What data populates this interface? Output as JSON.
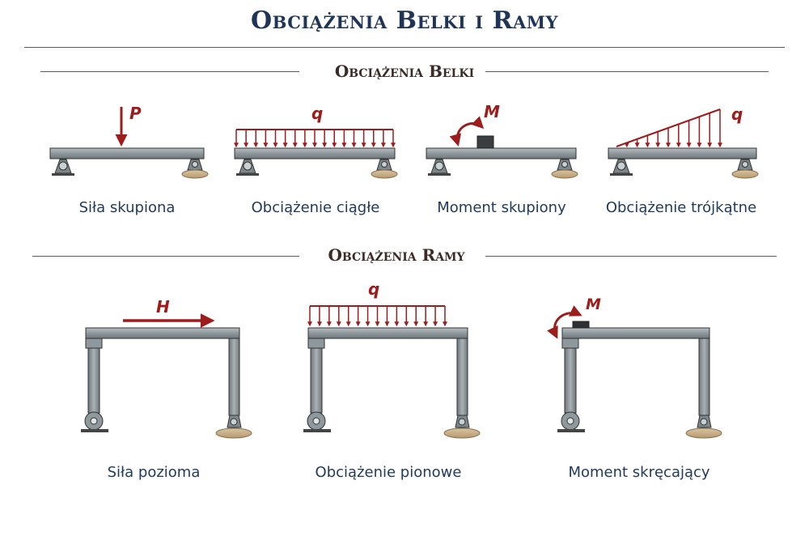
{
  "title": "Obciążenia Belki i Ramy",
  "sections": {
    "beams": "Obciążenia Belki",
    "frames": "Obciążenia Ramy"
  },
  "beams": [
    {
      "label": "Siła skupiona",
      "symbol": "P"
    },
    {
      "label": "Obciążenie ciągłe",
      "symbol": "q"
    },
    {
      "label": "Moment skupiony",
      "symbol": "M"
    },
    {
      "label": "Obciążenie trójkątne",
      "symbol": "q"
    }
  ],
  "frames": [
    {
      "label": "Siła pozioma",
      "symbol": "H"
    },
    {
      "label": "Obciążenie pionowe",
      "symbol": "q"
    },
    {
      "label": "Moment skręcający",
      "symbol": "M"
    }
  ],
  "colors": {
    "load": "#9d1c1c",
    "steel": "#8e979c",
    "title": "#1e3558"
  }
}
